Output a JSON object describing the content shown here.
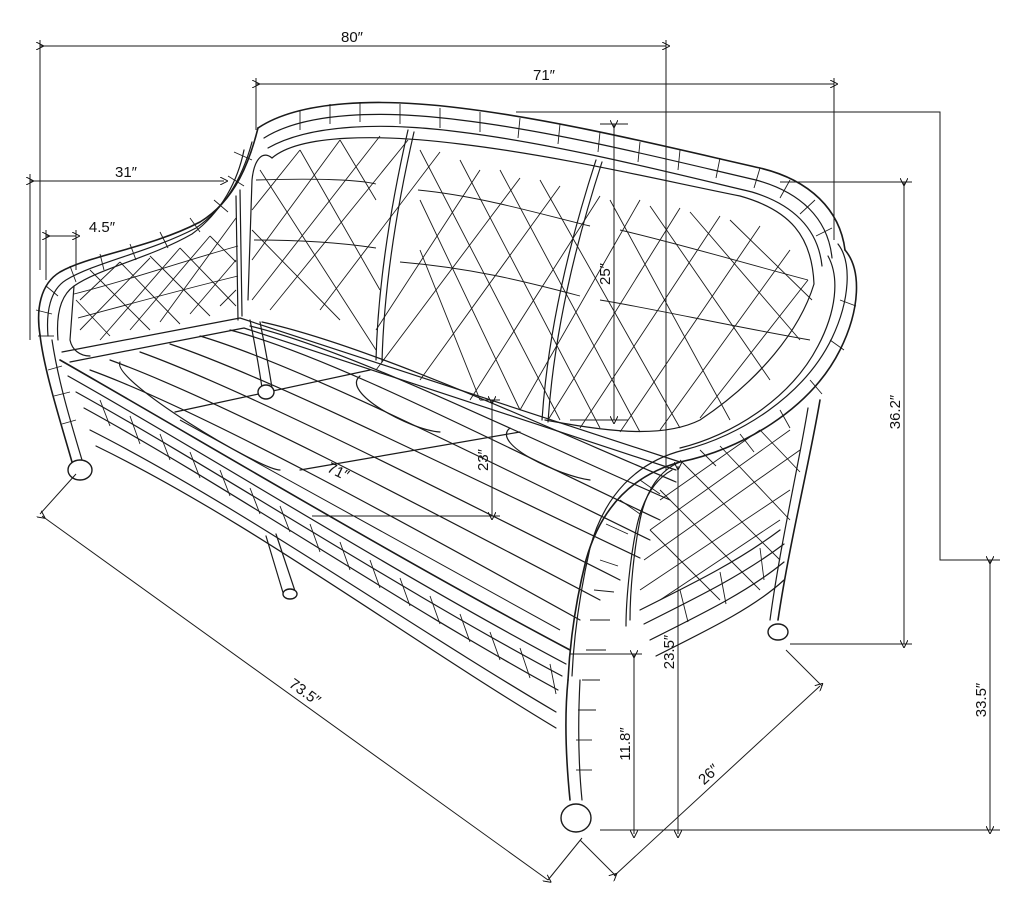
{
  "dimensions": {
    "overall_width": "80″",
    "seat_width_top": "71″",
    "arm_depth": "31″",
    "arm_width": "4.5″",
    "back_cushion_height": "25″",
    "seat_width_inner": "71″",
    "seat_depth_inner": "23″",
    "back_height": "36.2″",
    "overall_height": "33.5″",
    "seat_height_total": "23.5″",
    "seat_height_frame": "11.8″",
    "overall_length_diag": "73.5″",
    "overall_depth": "26″"
  }
}
